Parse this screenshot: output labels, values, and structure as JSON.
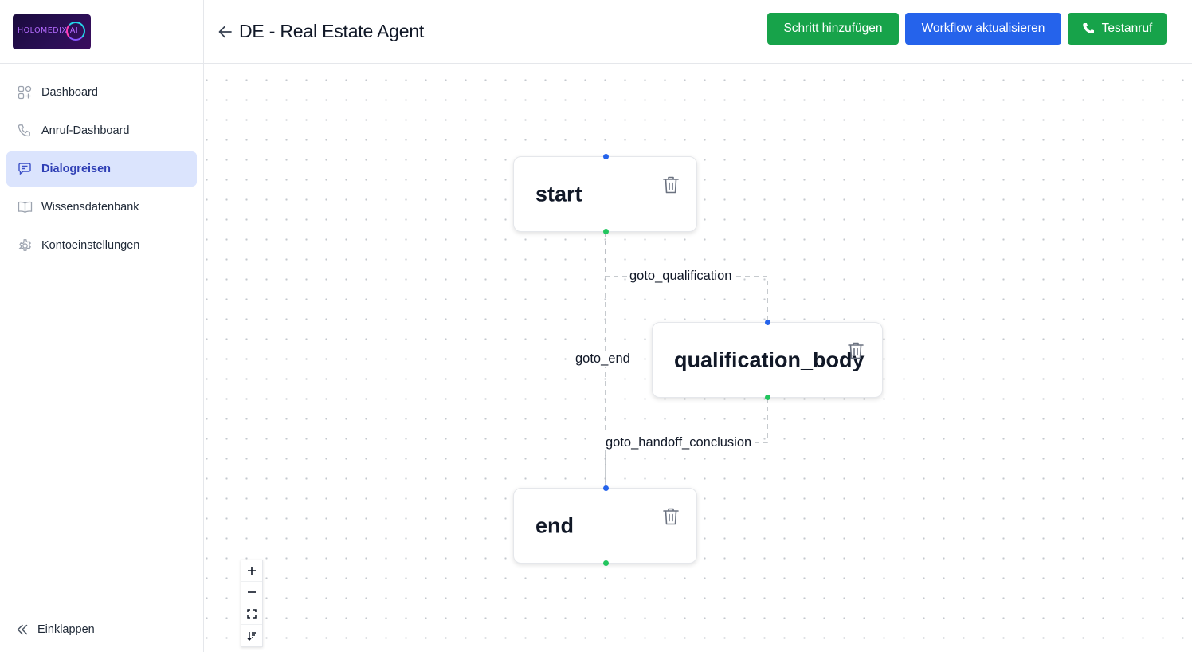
{
  "logo": {
    "text": "HOLOMEDIX AI"
  },
  "sidebar": {
    "items": [
      {
        "label": "Dashboard",
        "icon": "grid-icon",
        "active": false
      },
      {
        "label": "Anruf-Dashboard",
        "icon": "phone-icon",
        "active": false
      },
      {
        "label": "Dialogreisen",
        "icon": "chat-icon",
        "active": true
      },
      {
        "label": "Wissensdatenbank",
        "icon": "book-icon",
        "active": false
      },
      {
        "label": "Kontoeinstellungen",
        "icon": "gear-icon",
        "active": false
      }
    ],
    "collapse_label": "Einklappen"
  },
  "header": {
    "title": "DE - Real Estate Agent",
    "add_step_label": "Schritt hinzufügen",
    "update_workflow_label": "Workflow aktualisieren",
    "test_call_label": "Testanruf"
  },
  "workflow": {
    "nodes": [
      {
        "id": "start",
        "label": "start"
      },
      {
        "id": "qualification_body",
        "label": "qualification_body"
      },
      {
        "id": "end",
        "label": "end"
      }
    ],
    "edges": [
      {
        "from": "start",
        "to": "qualification_body",
        "label": "goto_qualification"
      },
      {
        "from": "start",
        "to": "end",
        "label": "goto_end"
      },
      {
        "from": "qualification_body",
        "to": "end",
        "label": "goto_handoff_conclusion"
      }
    ]
  },
  "colors": {
    "primary_green": "#17a34a",
    "primary_blue": "#2563eb",
    "active_nav_bg": "#dbe4fd",
    "handle_in": "#2563eb",
    "handle_out": "#22c55e"
  }
}
